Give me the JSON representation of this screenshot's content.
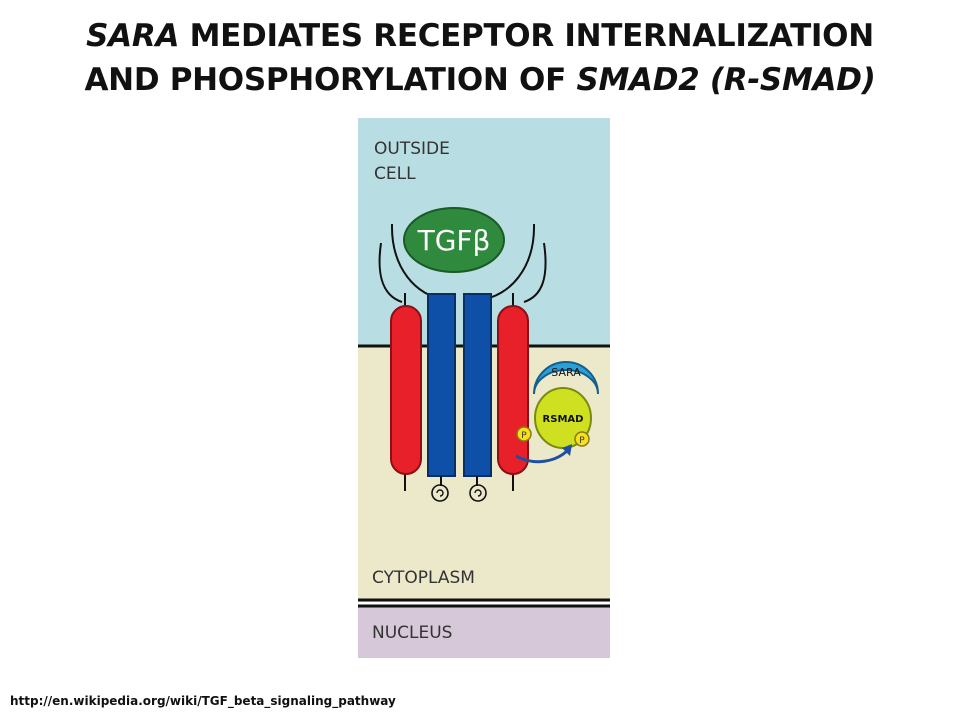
{
  "slide": {
    "title": {
      "line1_italic": "SARA",
      "line1_rest": " MEDIATES RECEPTOR INTERNALIZATION",
      "line2_start": "AND PHOSPHORYLATION OF ",
      "line2_italic": "SMAD2 (R-SMAD)"
    },
    "source_url": "http://en.wikipedia.org/wiki/TGF_beta_signaling_pathway"
  },
  "diagram": {
    "labels": {
      "outside_line1": "OUTSIDE",
      "outside_line2": "CELL",
      "ligand": "TGFβ",
      "sara": "SARA",
      "rsmad": "RSMAD",
      "phosphate": "P",
      "cytoplasm": "CYTOPLASM",
      "nucleus": "NUCLEUS"
    },
    "colors": {
      "outside": "#b8dde2",
      "cytoplasm": "#ece9cb",
      "nucleus": "#d6c8d8",
      "tgf_beta": "#2f8a3e",
      "type1_receptor": "#e8202a",
      "type2_receptor": "#0e4fa8",
      "sara": "#2a9fd8",
      "rsmad": "#cfe020",
      "phosphate": "#f6e11c",
      "membrane": "#111111"
    }
  }
}
